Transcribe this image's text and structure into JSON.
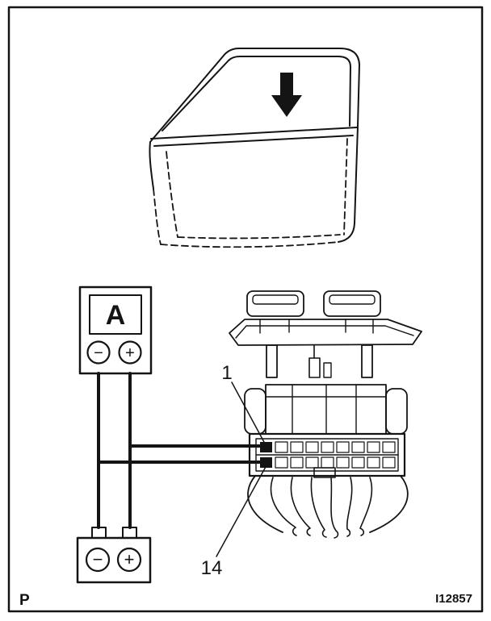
{
  "figure": {
    "corner_label": "P",
    "figure_id": "I12857",
    "background_color": "#ffffff",
    "line_color": "#141414"
  },
  "door": {
    "arrow_icon": "down-arrow"
  },
  "ammeter": {
    "label": "A",
    "negative_terminal": "−",
    "positive_terminal": "+"
  },
  "battery": {
    "negative_terminal": "−",
    "positive_terminal": "+"
  },
  "switch_connector": {
    "callout_pin_1": "1",
    "callout_pin_14": "14"
  }
}
